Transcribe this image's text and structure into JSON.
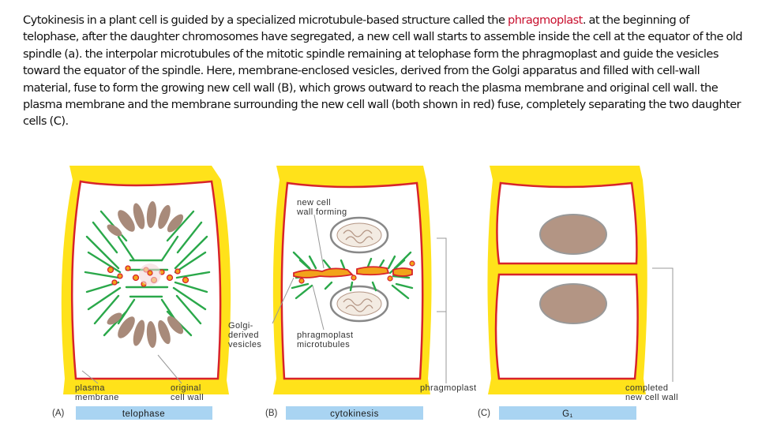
{
  "caption": {
    "before": "Cytokinesis in a plant cell is guided by a specialized microtubule-based structure called the ",
    "highlight": "phragmoplast",
    "after": ". at the beginning of telophase, after the daughter chromosomes have segregated, a new cell wall starts to assemble inside the cell at the equator of the old spindle (a). the interpolar microtubules of the mitotic spindle remaining at telophase form the phragmoplast and guide the vesicles toward the equator of the spindle. Here, membrane-enclosed vesicles, derived from the Golgi apparatus and filled with cell-wall material, fuse to form the growing new cell wall (B), which grows outward to reach the plasma membrane and original cell wall. the plasma membrane and the membrane surrounding the new cell wall (both shown in red) fuse, completely separating the two daughter cells (C)."
  },
  "labels": {
    "new_cell_wall_forming_1": "new cell",
    "new_cell_wall_forming_2": "wall forming",
    "golgi_1": "Golgi-",
    "golgi_2": "derived",
    "golgi_3": "vesicles",
    "phragmoplast_mt_1": "phragmoplast",
    "phragmoplast_mt_2": "microtubules",
    "plasma_membrane_1": "plasma",
    "plasma_membrane_2": "membrane",
    "original_cell_wall_1": "original",
    "original_cell_wall_2": "cell wall",
    "phragmoplast": "phragmoplast",
    "completed_wall_1": "completed",
    "completed_wall_2": "new cell wall"
  },
  "panels": [
    {
      "letter": "(A)",
      "stage": "telophase"
    },
    {
      "letter": "(B)",
      "stage": "cytokinesis"
    },
    {
      "letter": "(C)",
      "stage": "G₁"
    }
  ],
  "colors": {
    "cell_wall": "#ffe21a",
    "membrane": "#d8232a",
    "microtubule": "#2aa84a",
    "chromosome": "#a88a7a",
    "nucleus": "#b39584",
    "vesicle": "#f2a31a",
    "stage_bar": "#a9d4f2"
  }
}
